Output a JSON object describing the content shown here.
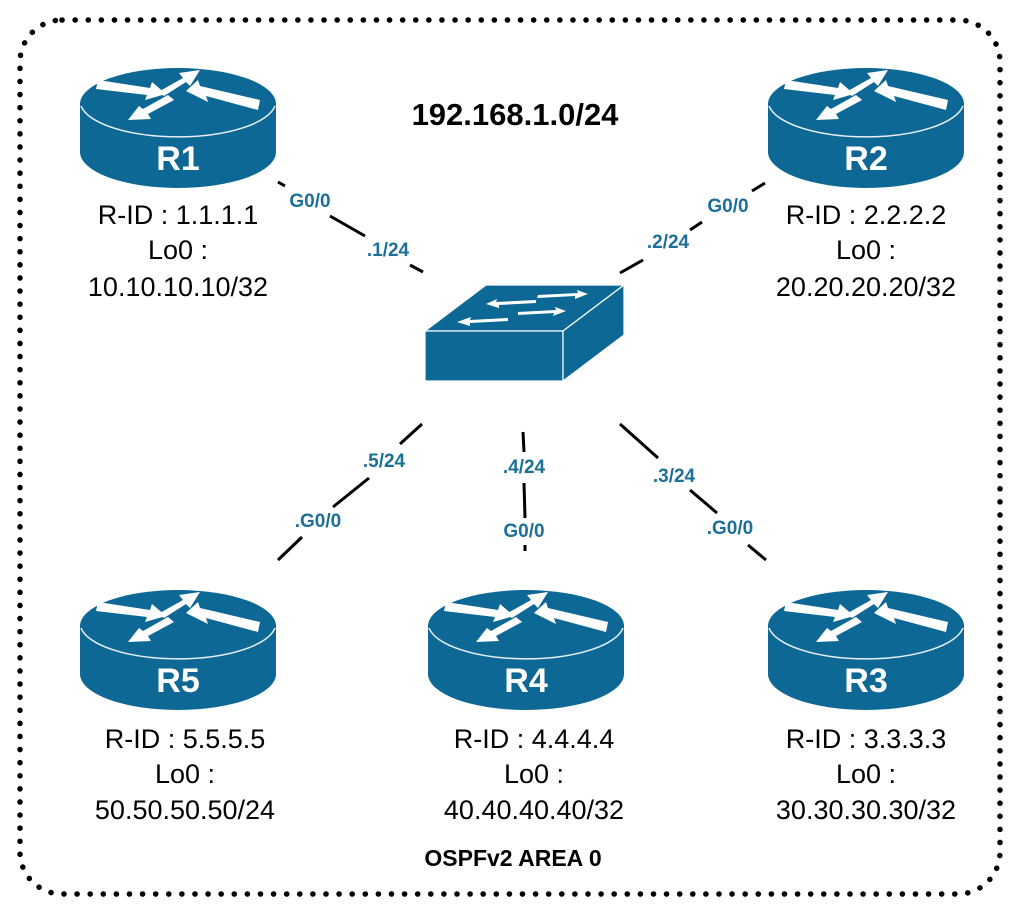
{
  "diagram": {
    "network_label": "192.168.1.0/24",
    "area_label": "OSPFv2 AREA 0",
    "colors": {
      "device": "#0e6896",
      "interface_text": "#1b7097",
      "text": "#000000",
      "border": "#000000"
    },
    "switch": {
      "name": "switch",
      "icon": "switch-icon"
    },
    "routers": [
      {
        "id": "R1",
        "name": "R1",
        "rid": "R-ID : 1.1.1.1",
        "lo_label": "Lo0 :",
        "lo_ip": "10.10.10.10/32",
        "switch_ip": ".1/24",
        "interface": "G0/0"
      },
      {
        "id": "R2",
        "name": "R2",
        "rid": "R-ID : 2.2.2.2",
        "lo_label": "Lo0 :",
        "lo_ip": "20.20.20.20/32",
        "switch_ip": ".2/24",
        "interface": "G0/0"
      },
      {
        "id": "R3",
        "name": "R3",
        "rid": "R-ID : 3.3.3.3",
        "lo_label": "Lo0 :",
        "lo_ip": "30.30.30.30/32",
        "switch_ip": ".3/24",
        "interface": ".G0/0"
      },
      {
        "id": "R4",
        "name": "R4",
        "rid": "R-ID : 4.4.4.4",
        "lo_label": "Lo0 :",
        "lo_ip": "40.40.40.40/32",
        "switch_ip": ".4/24",
        "interface": "G0/0"
      },
      {
        "id": "R5",
        "name": "R5",
        "rid": "R-ID : 5.5.5.5",
        "lo_label": "Lo0 :",
        "lo_ip": "50.50.50.50/24",
        "switch_ip": ".5/24",
        "interface": ".G0/0"
      }
    ]
  }
}
